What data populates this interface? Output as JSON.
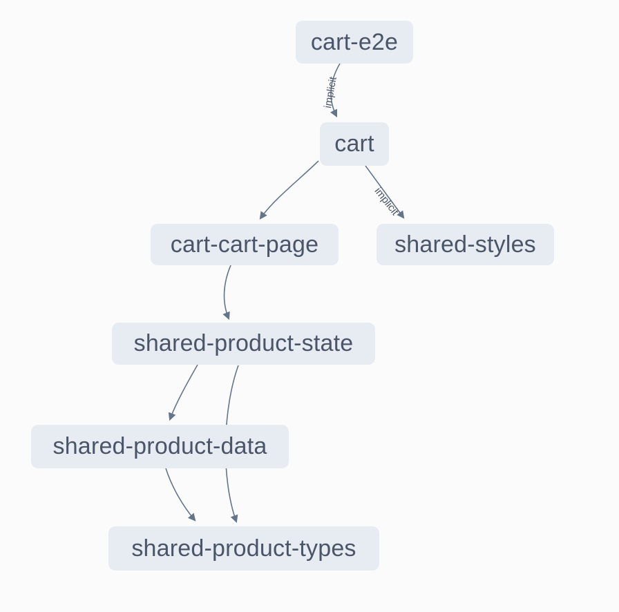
{
  "graph": {
    "nodes": [
      {
        "id": "cart-e2e",
        "label": "cart-e2e"
      },
      {
        "id": "cart",
        "label": "cart"
      },
      {
        "id": "cart-cart-page",
        "label": "cart-cart-page"
      },
      {
        "id": "shared-styles",
        "label": "shared-styles"
      },
      {
        "id": "shared-product-state",
        "label": "shared-product-state"
      },
      {
        "id": "shared-product-data",
        "label": "shared-product-data"
      },
      {
        "id": "shared-product-types",
        "label": "shared-product-types"
      }
    ],
    "edges": [
      {
        "source": "cart-e2e",
        "target": "cart",
        "label": "implicit"
      },
      {
        "source": "cart",
        "target": "cart-cart-page",
        "label": ""
      },
      {
        "source": "cart",
        "target": "shared-styles",
        "label": "implicit"
      },
      {
        "source": "cart-cart-page",
        "target": "shared-product-state",
        "label": ""
      },
      {
        "source": "shared-product-state",
        "target": "shared-product-data",
        "label": ""
      },
      {
        "source": "shared-product-state",
        "target": "shared-product-types",
        "label": ""
      },
      {
        "source": "shared-product-data",
        "target": "shared-product-types",
        "label": ""
      }
    ],
    "colors": {
      "background": "#fbfbfb",
      "node_fill": "#e7ebf2",
      "node_text": "#4a5568",
      "edge": "#64748b",
      "edge_label": "#4a5568"
    }
  }
}
